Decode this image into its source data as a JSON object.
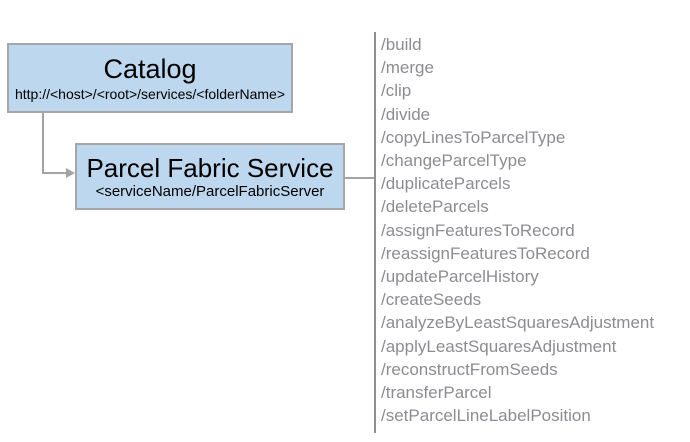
{
  "catalog": {
    "title": "Catalog",
    "subtitle": "http://<host>/<root>/services/<folderName>"
  },
  "service": {
    "title": "Parcel Fabric Service",
    "subtitle": "<serviceName/ParcelFabricServer"
  },
  "endpoints": [
    "/build",
    "/merge",
    "/clip",
    "/divide",
    "/copyLinesToParcelType",
    "/changeParcelType",
    "/duplicateParcels",
    "/deleteParcels",
    "/assignFeaturesToRecord",
    "/reassignFeaturesToRecord",
    "/updateParcelHistory",
    "/createSeeds",
    "/analyzeByLeastSquaresAdjustment",
    "/applyLeastSquaresAdjustment",
    "/reconstructFromSeeds",
    "/transferParcel",
    "/setParcelLineLabelPosition"
  ],
  "colors": {
    "box_fill": "#bdd7ee",
    "box_border": "#a6a6a6",
    "connector": "#a3a3a3",
    "divider": "#8f8f8f",
    "endpoint_text": "#8c8c92",
    "box_text": "#000000"
  }
}
